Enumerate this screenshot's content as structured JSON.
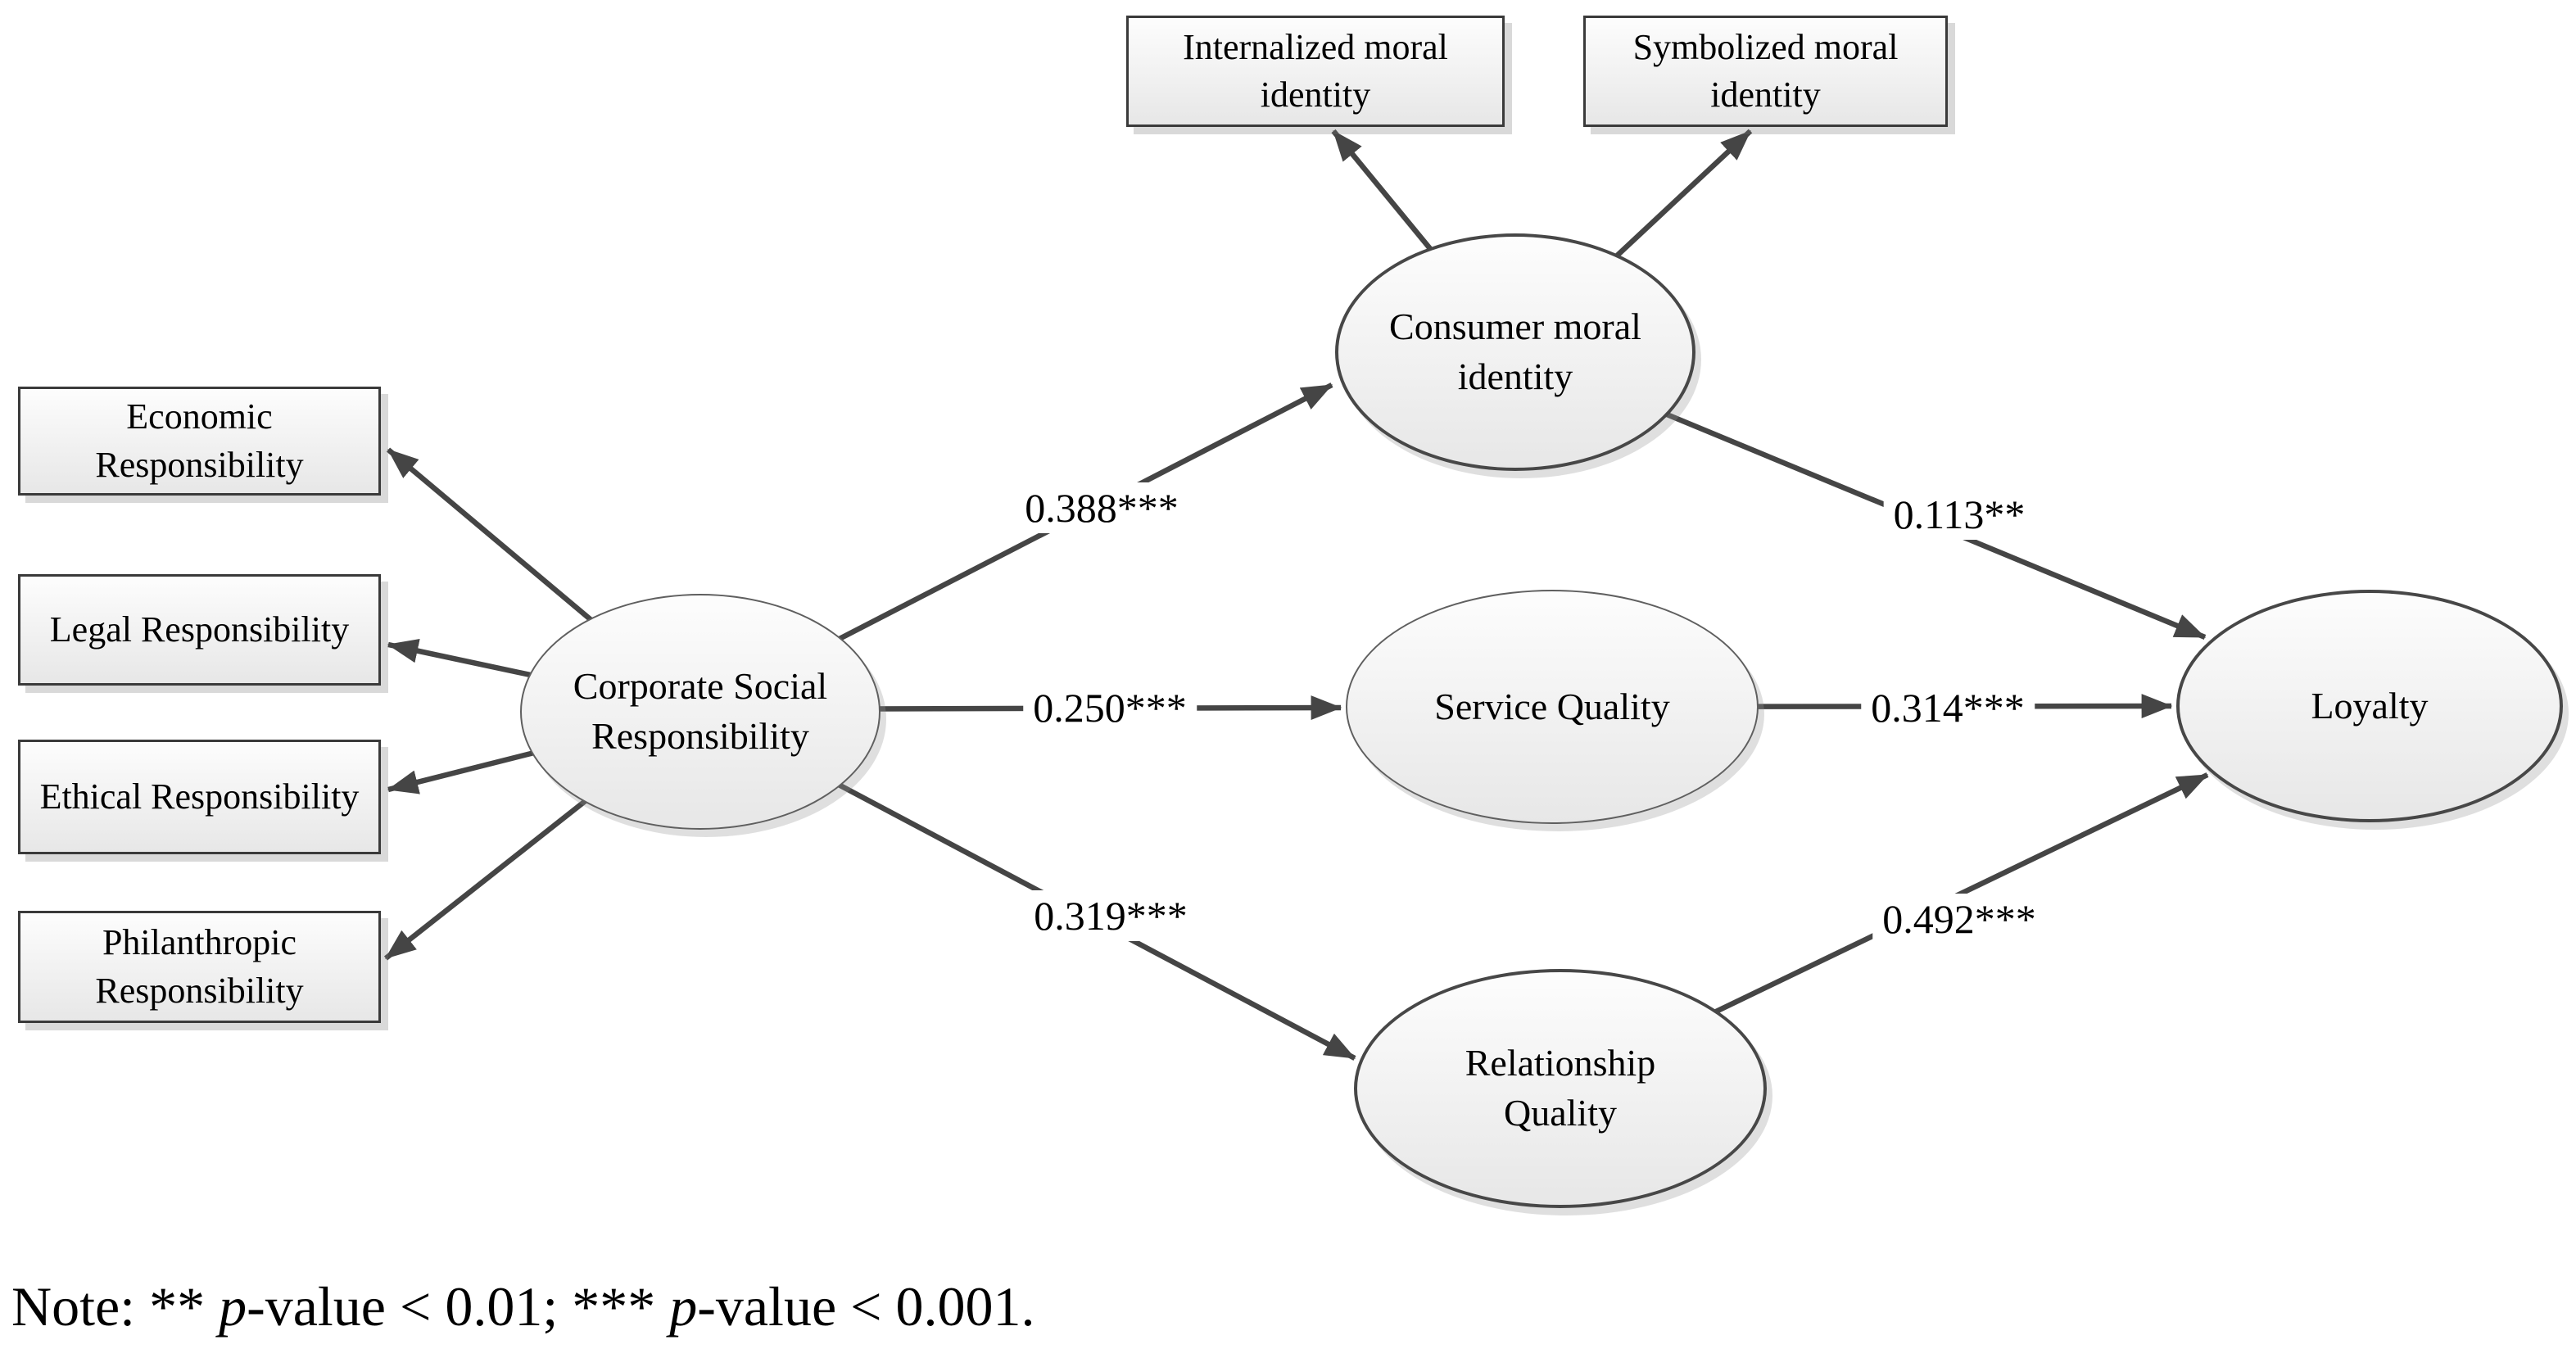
{
  "nodes": {
    "internalized": {
      "label": "Internalized moral\nidentity"
    },
    "symbolized": {
      "label": "Symbolized moral\nidentity"
    },
    "economic": {
      "label": "Economic\nResponsibility"
    },
    "legal": {
      "label": "Legal Responsibility"
    },
    "ethical": {
      "label": "Ethical Responsibility"
    },
    "philanthropic": {
      "label": "Philanthropic\nResponsibility"
    },
    "csr": {
      "label": "Corporate Social\nResponsibility"
    },
    "consumer": {
      "label": "Consumer moral\nidentity"
    },
    "service": {
      "label": "Service Quality"
    },
    "relationship": {
      "label": "Relationship\nQuality"
    },
    "loyalty": {
      "label": "Loyalty"
    }
  },
  "paths": {
    "csr_consumer": "0.388***",
    "csr_service": "0.250***",
    "csr_relationship": "0.319***",
    "consumer_loyalty": "0.113**",
    "service_loyalty": "0.314***",
    "relationship_loyalty": "0.492***"
  },
  "note": {
    "part1": "Note: ** ",
    "p1": "p",
    "part2": "-value < 0.01; *** ",
    "p2": "p",
    "part3": "-value < 0.001."
  },
  "colors": {
    "arrow": "#454545",
    "box_border": "#3a3a3a",
    "ellipse_border_thick": "#474747",
    "ellipse_border_thin": "#5f5f5f",
    "fill_top": "#fdfdfd",
    "fill_bottom": "#e7e7e7",
    "background": "#ffffff"
  }
}
